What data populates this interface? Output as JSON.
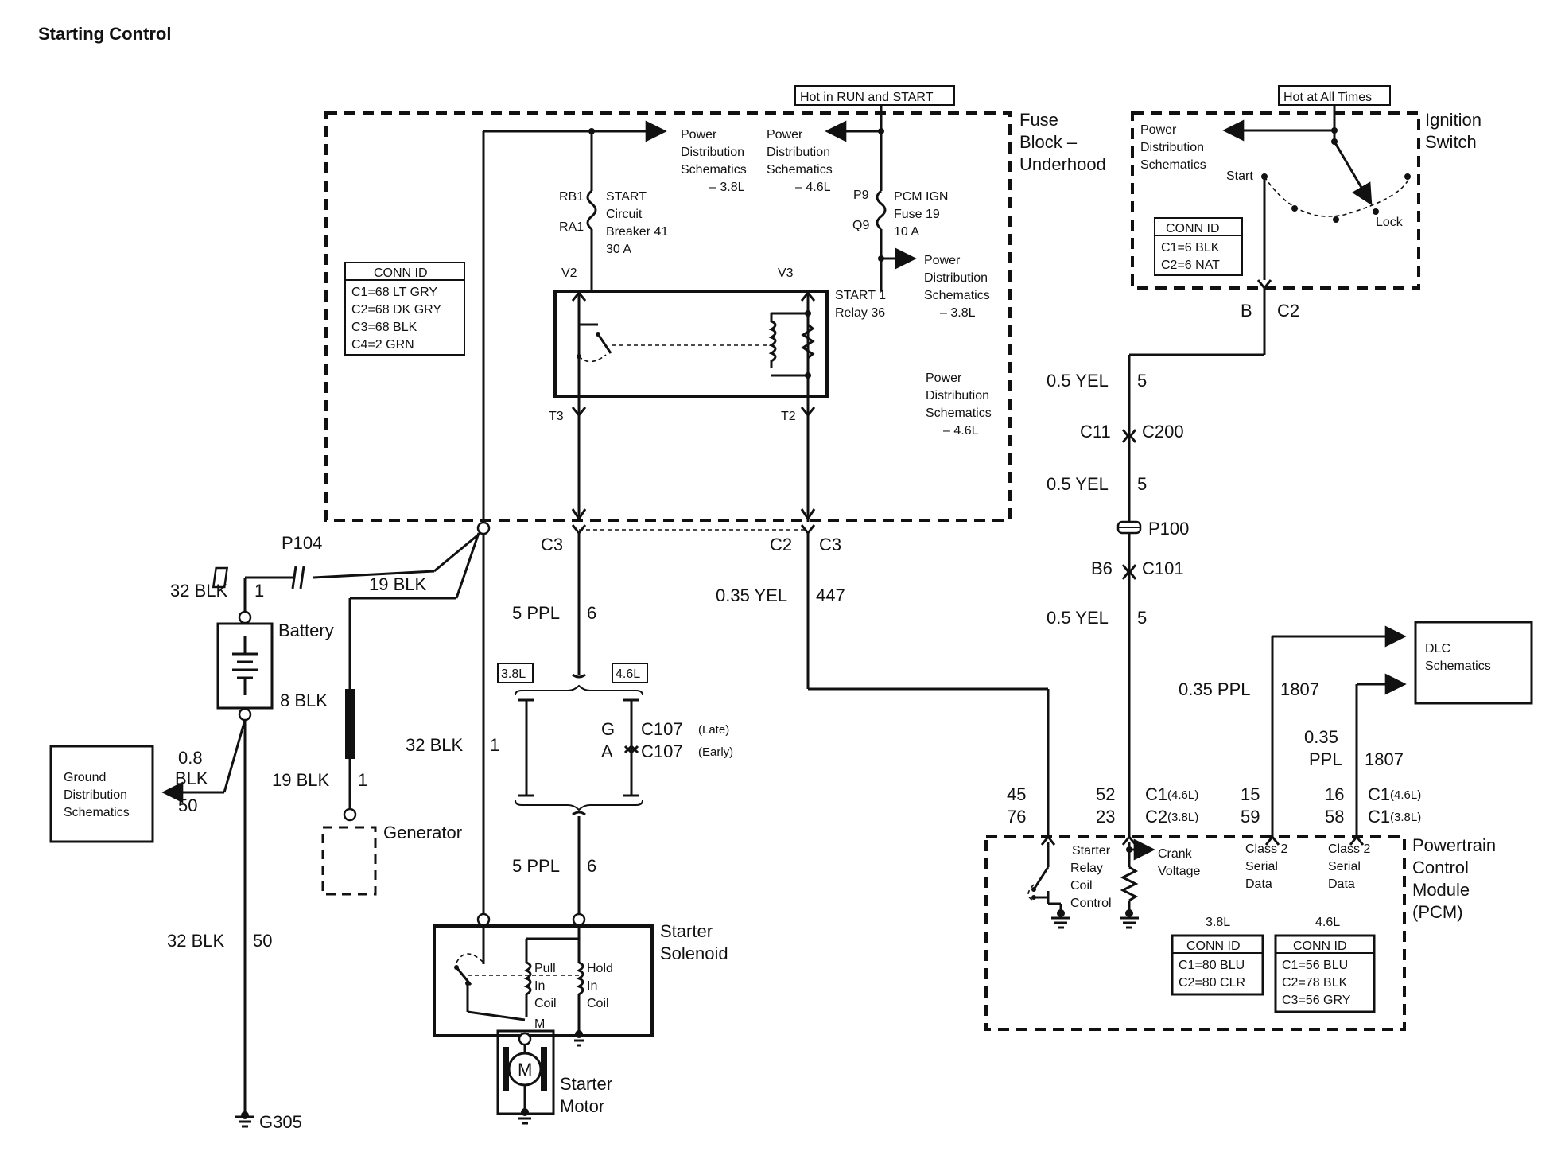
{
  "title": "Starting Control",
  "headers": {
    "hot_run_start": "Hot in RUN and START",
    "hot_all_times": "Hot at All Times"
  },
  "fuse_block": {
    "title1": "Fuse",
    "title2": "Block –",
    "title3": "Underhood",
    "pds_a1": "Power",
    "pds_a2": "Distribution",
    "pds_a3": "Schematics",
    "pds_a4": "– 3.8L",
    "pds_b1": "Power",
    "pds_b2": "Distribution",
    "pds_b3": "Schematics",
    "pds_b4": "– 4.6L",
    "pds_c1": "Power",
    "pds_c2": "Distribution",
    "pds_c3": "Schematics",
    "pds_c4": "– 3.8L",
    "pds_d1": "Power",
    "pds_d2": "Distribution",
    "pds_d3": "Schematics",
    "pds_d4": "– 4.6L",
    "rb1": "RB1",
    "ra1": "RA1",
    "breaker1": "START",
    "breaker2": "Circuit",
    "breaker3": "Breaker 41",
    "breaker4": "30 A",
    "p9": "P9",
    "q9": "Q9",
    "fuse1": "PCM IGN",
    "fuse2": "Fuse 19",
    "fuse3": "10 A",
    "v2": "V2",
    "v3": "V3",
    "t3": "T3",
    "t2": "T2",
    "relay1": "START 1",
    "relay2": "Relay 36",
    "conn_title": "CONN ID",
    "conn": [
      "C1=68 LT GRY",
      "C2=68 DK GRY",
      "C3=68 BLK",
      "C4=2 GRN"
    ]
  },
  "ignition": {
    "title1": "Ignition",
    "title2": "Switch",
    "pds1": "Power",
    "pds2": "Distribution",
    "pds3": "Schematics",
    "start": "Start",
    "lock": "Lock",
    "conn_title": "CONN ID",
    "conn": [
      "C1=6 BLK",
      "C2=6 NAT"
    ],
    "b": "B",
    "c2": "C2"
  },
  "wires": {
    "yel1_gauge": "0.5 YEL",
    "yel1_ckt": "5",
    "c11": "C11",
    "c200": "C200",
    "yel2_gauge": "0.5 YEL",
    "yel2_ckt": "5",
    "p100": "P100",
    "b6": "B6",
    "c101": "C101",
    "yel3_gauge": "0.5 YEL",
    "yel3_ckt": "5",
    "c3a": "C3",
    "c2b": "C2",
    "c3b": "C3",
    "ppl1_gauge": "5 PPL",
    "ppl1_ckt": "6",
    "yel447_gauge": "0.35 YEL",
    "yel447_ckt": "447",
    "eng38": "3.8L",
    "eng46": "4.6L",
    "g": "G",
    "a": "A",
    "c107a": "C107",
    "c107a_note": "(Late)",
    "c107b": "C107",
    "c107b_note": "(Early)",
    "blk32_gauge": "32 BLK",
    "blk32_ckt": "1",
    "ppl2_gauge": "5 PPL",
    "ppl2_ckt": "6",
    "p104": "P104",
    "blk32b_gauge": "32 BLK",
    "blk32b_ckt": "1",
    "blk19_gauge": "19 BLK",
    "battery": "Battery",
    "blk8": "8 BLK",
    "blk19b_gauge": "19 BLK",
    "blk19b_ckt": "1",
    "generator": "Generator",
    "gnd1": "Ground",
    "gnd2": "Distribution",
    "gnd3": "Schematics",
    "blk08a": "0.8",
    "blk08b": "BLK",
    "blk08_ckt": "50",
    "blk32c_gauge": "32 BLK",
    "blk32c_ckt": "50",
    "g305": "G305",
    "ppl1807a_gauge": "0.35 PPL",
    "ppl1807a_ckt": "1807",
    "ppl1807b_gauge1": "0.35",
    "ppl1807b_gauge2": "PPL",
    "ppl1807b_ckt": "1807",
    "dlc1": "DLC",
    "dlc2": "Schematics"
  },
  "starter": {
    "sol1": "Starter",
    "sol2": "Solenoid",
    "pull1": "Pull",
    "pull2": "In",
    "pull3": "Coil",
    "hold1": "Hold",
    "hold2": "In",
    "hold3": "Coil",
    "m": "M",
    "motor_symbol": "M",
    "motor1": "Starter",
    "motor2": "Motor"
  },
  "pcm": {
    "title1": "Powertrain",
    "title2": "Control",
    "title3": "Module",
    "title4": "(PCM)",
    "pin45": "45",
    "pin76": "76",
    "pin52": "52",
    "pin23": "23",
    "c1_46": "C1",
    "c1_46_note": "(4.6L)",
    "c2_38": "C2",
    "c2_38_note": "(3.8L)",
    "pin15": "15",
    "pin59": "59",
    "pin16": "16",
    "pin58": "58",
    "c1b_46": "C1",
    "c1b_46_note": "(4.6L)",
    "c1b_38": "C1",
    "c1b_38_note": "(3.8L)",
    "src1": "Starter",
    "src2": "Relay",
    "src3": "Coil",
    "src4": "Control",
    "cv1": "Crank",
    "cv2": "Voltage",
    "cs1a": "Class 2",
    "cs1b": "Serial",
    "cs1c": "Data",
    "cs2a": "Class 2",
    "cs2b": "Serial",
    "cs2c": "Data",
    "eng38": "3.8L",
    "eng46": "4.6L",
    "conn38_title": "CONN ID",
    "conn38": [
      "C1=80 BLU",
      "C2=80 CLR"
    ],
    "conn46_title": "CONN ID",
    "conn46": [
      "C1=56 BLU",
      "C2=78 BLK",
      "C3=56 GRY"
    ]
  }
}
